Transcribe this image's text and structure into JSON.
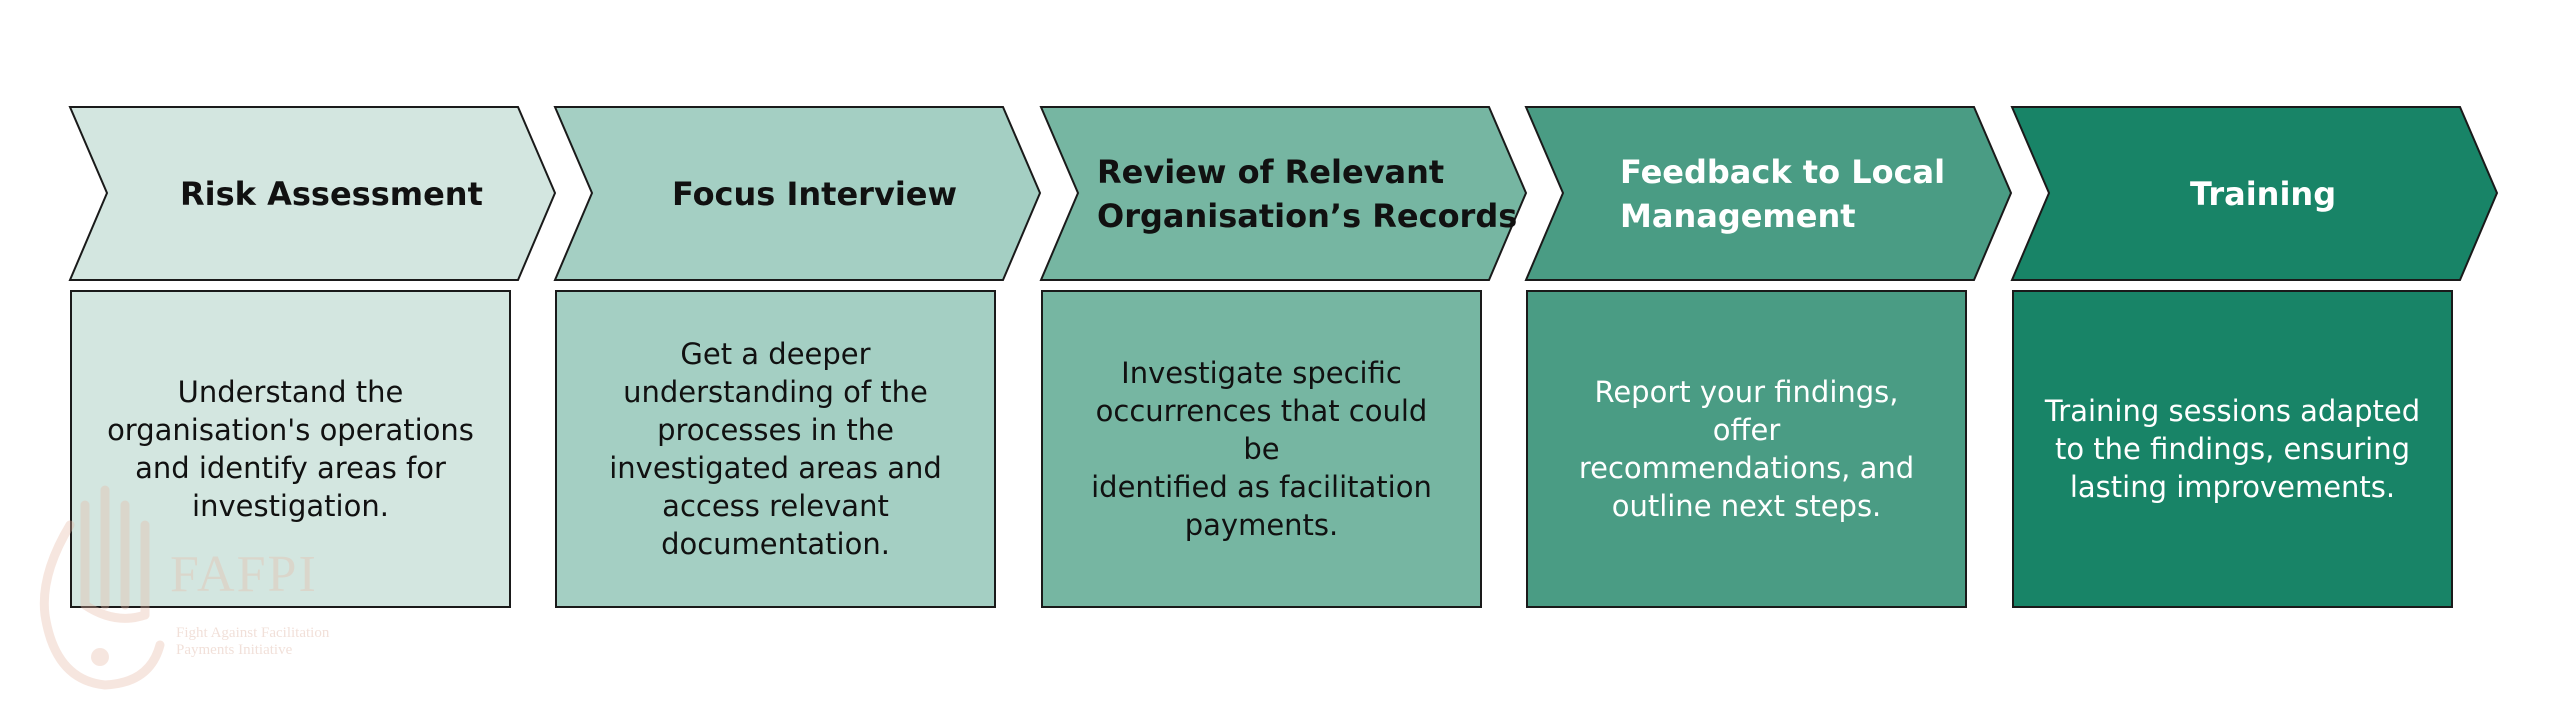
{
  "steps": [
    {
      "title": "Risk Assessment",
      "description": "Understand the\norganisation's operations\nand identify areas for\ninvestigation.",
      "fill": "#d3e6e0",
      "text_color": "#111111"
    },
    {
      "title": "Focus Interview",
      "description": "Get a deeper\nunderstanding of the\nprocesses in the\ninvestigated areas and\naccess relevant\ndocumentation.",
      "fill": "#a4cfc3",
      "text_color": "#111111"
    },
    {
      "title": "Review of Relevant\nOrganisation’s Records",
      "description": "Investigate specific\noccurrences that could be\nidentified as facilitation\npayments.",
      "fill": "#76b6a2",
      "text_color": "#111111"
    },
    {
      "title": "Feedback to Local\nManagement",
      "description": "Report your findings, offer\nrecommendations, and\noutline next steps.",
      "fill": "#4a9c84",
      "text_color": "#ffffff"
    },
    {
      "title": "Training",
      "description": "Training sessions adapted\nto the findings, ensuring\nlasting improvements.",
      "fill": "#188467",
      "text_color": "#ffffff"
    }
  ],
  "watermark": {
    "name": "FAFPI",
    "tagline_line1": "Fight Against Facilitation",
    "tagline_line2": "Payments Initiative",
    "color": "#e8b9a6"
  }
}
